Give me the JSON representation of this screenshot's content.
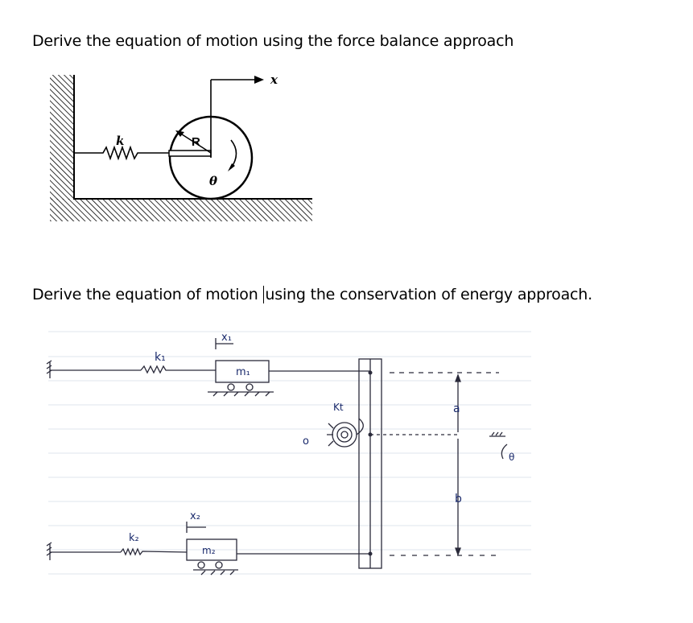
{
  "question1": {
    "text": "Derive the equation of motion using the force balance approach"
  },
  "question2": {
    "text_before_caret": "Derive the equation of motion ",
    "text_after_caret": "using the conservation of energy approach."
  },
  "figure1": {
    "labels": {
      "x": "x",
      "k": "k",
      "R": "R",
      "theta": "θ"
    }
  },
  "figure2": {
    "labels": {
      "x1": "x₁",
      "k1": "k₁",
      "m1": "m₁",
      "kt": "Kt",
      "o": "o",
      "a": "a",
      "b": "b",
      "theta": "θ",
      "x2": "x₂",
      "k2": "k₂",
      "m2": "m₂"
    }
  }
}
